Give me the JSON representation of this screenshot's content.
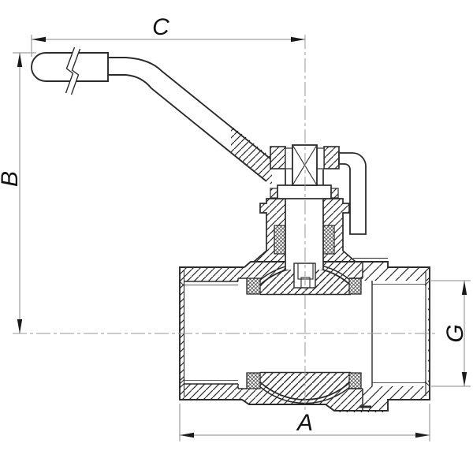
{
  "drawing": {
    "title": "ball-valve-cross-section-technical-drawing",
    "labels": {
      "body_width": "A",
      "overall_height": "B",
      "handle_reach": "C",
      "thread_size": "G"
    }
  },
  "colors": {
    "background": "#ffffff",
    "outline": "#2b2b2b",
    "hatch": "#2b2b2b",
    "dimension_line": "#8a8a8a",
    "centerline": "#999999",
    "arrow": "#1a1a1a",
    "label": "#111111"
  }
}
